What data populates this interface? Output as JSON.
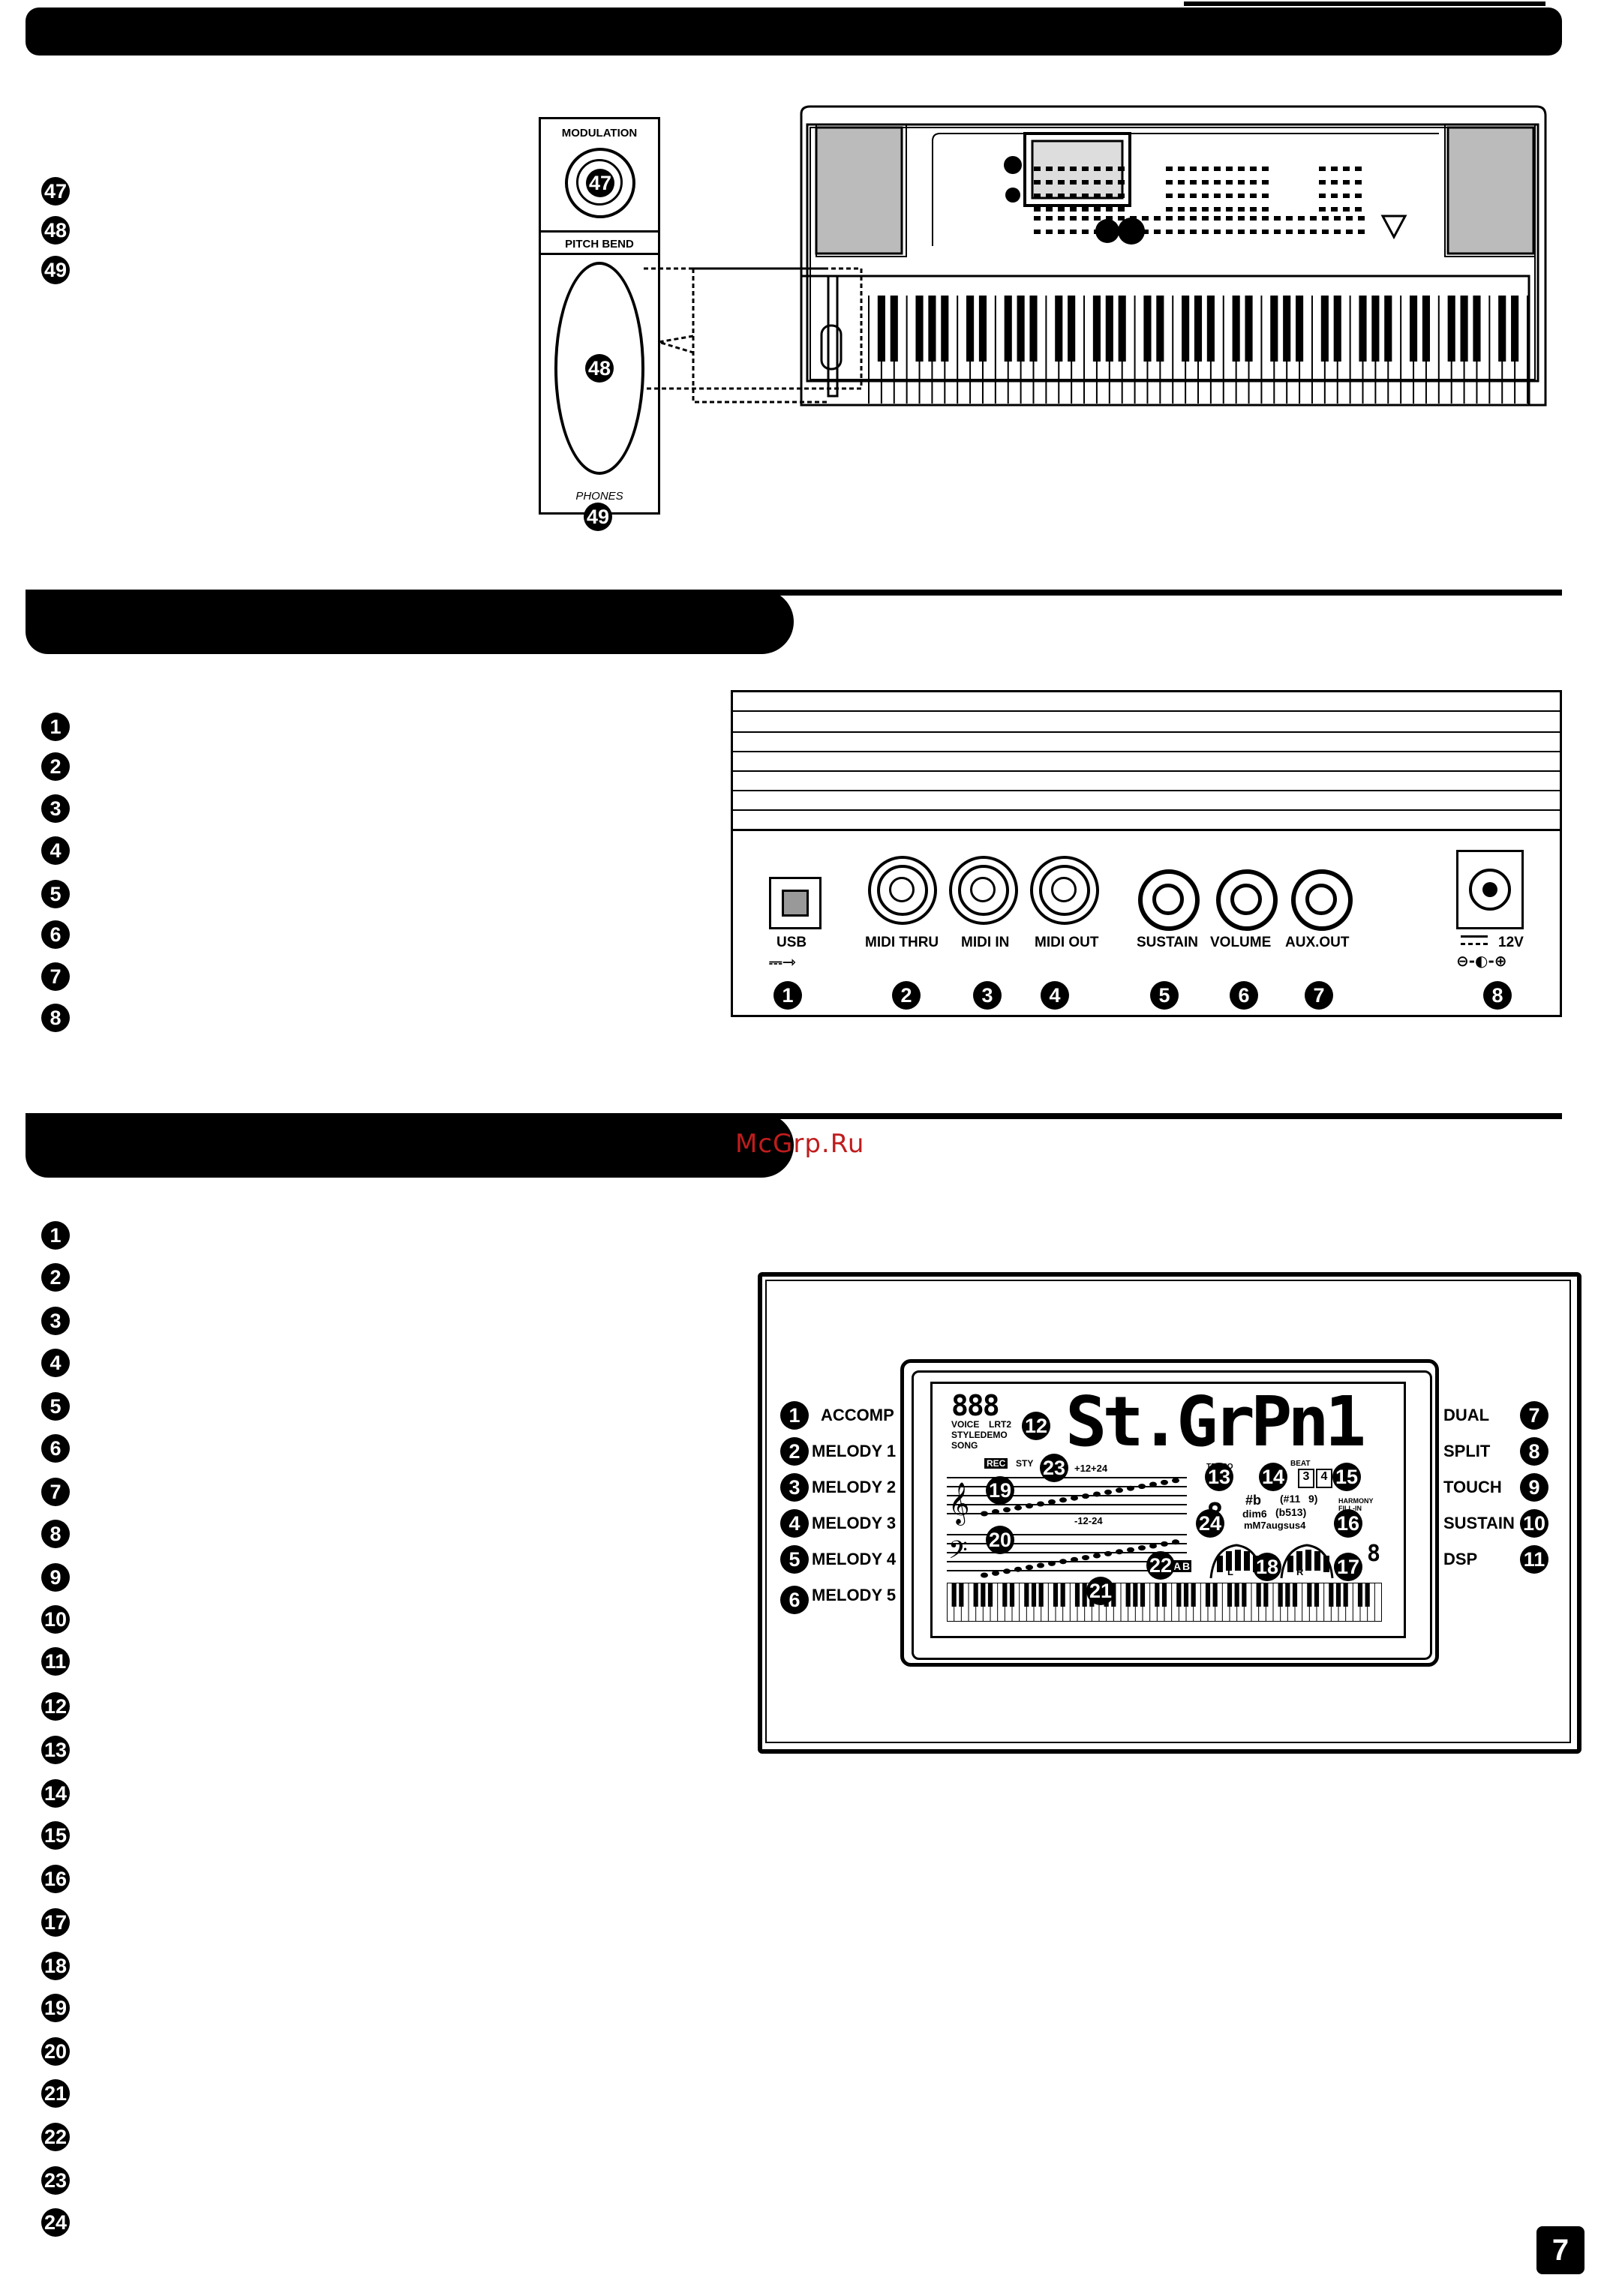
{
  "page": {
    "number": "7",
    "watermark": "McGrp.Ru"
  },
  "section1": {
    "badges": [
      "47",
      "48",
      "49"
    ],
    "panel": {
      "modulation_label": "MODULATION",
      "modulation_badge": "47",
      "pitch_bend_label": "PITCH BEND",
      "pitch_badge": "48",
      "phones_label": "PHONES",
      "phones_badge": "49"
    }
  },
  "section2": {
    "badges": [
      "1",
      "2",
      "3",
      "4",
      "5",
      "6",
      "7",
      "8"
    ],
    "rear_panel": {
      "labels": [
        "USB",
        "MIDI THRU",
        "MIDI IN",
        "MIDI OUT",
        "SUSTAIN",
        "VOLUME",
        "AUX.OUT"
      ],
      "power_label": "12V",
      "badges": [
        "1",
        "2",
        "3",
        "4",
        "5",
        "6",
        "7",
        "8"
      ]
    }
  },
  "section3": {
    "badges": [
      "1",
      "2",
      "3",
      "4",
      "5",
      "6",
      "7",
      "8",
      "9",
      "10",
      "11",
      "12",
      "13",
      "14",
      "15",
      "16",
      "17",
      "18",
      "19",
      "20",
      "21",
      "22",
      "23",
      "24"
    ],
    "lcd": {
      "left_labels": [
        {
          "badge": "1",
          "text": "ACCOMP"
        },
        {
          "badge": "2",
          "text": "MELODY 1"
        },
        {
          "badge": "3",
          "text": "MELODY 2"
        },
        {
          "badge": "4",
          "text": "MELODY 3"
        },
        {
          "badge": "5",
          "text": "MELODY 4"
        },
        {
          "badge": "6",
          "text": "MELODY 5"
        }
      ],
      "right_labels": [
        {
          "badge": "7",
          "text": "DUAL"
        },
        {
          "badge": "8",
          "text": "SPLIT"
        },
        {
          "badge": "9",
          "text": "TOUCH"
        },
        {
          "badge": "10",
          "text": "SUSTAIN"
        },
        {
          "badge": "11",
          "text": "DSP"
        }
      ],
      "main_text": "St.GrPn1",
      "digits": "888",
      "small_text": [
        "VOICE",
        "LRT2",
        "STYLEDEMO",
        "SONG"
      ],
      "rec_text": "REC",
      "sty_text": "STY",
      "transpose_up": "+12+24",
      "transpose_down": "-12-24",
      "chord_text": [
        "#b",
        "(#11",
        "9)",
        "dim6",
        "(b513)",
        "mM7augsus4"
      ],
      "ab_text": [
        "A",
        "B"
      ],
      "hand_labels": [
        "L",
        "R"
      ],
      "inner_badges": [
        "12",
        "13",
        "14",
        "15",
        "16",
        "17",
        "18",
        "19",
        "20",
        "21",
        "22",
        "23",
        "24"
      ],
      "small_labels": [
        "TEMPO",
        "BEAT",
        "HARMONY",
        "FILL-IN"
      ],
      "beat_digits": [
        "3",
        "4"
      ]
    }
  }
}
